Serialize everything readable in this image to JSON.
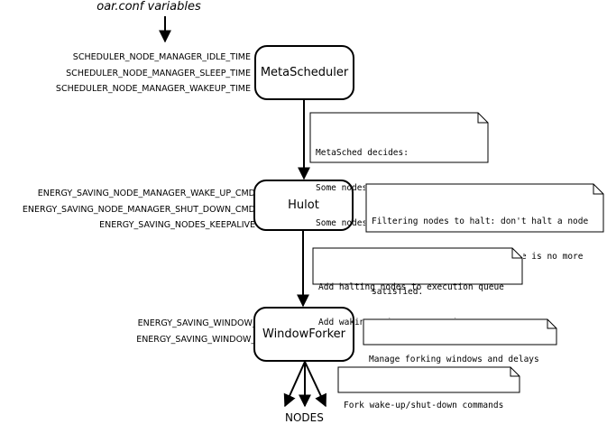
{
  "title": "oar.conf variables",
  "scheduler_params": [
    "SCHEDULER_NODE_MANAGER_IDLE_TIME",
    "SCHEDULER_NODE_MANAGER_SLEEP_TIME",
    "SCHEDULER_NODE_MANAGER_WAKEUP_TIME"
  ],
  "hulot_params": [
    "ENERGY_SAVING_NODE_MANAGER_WAKE_UP_CMD",
    "ENERGY_SAVING_NODE_MANAGER_SHUT_DOWN_CMD",
    "ENERGY_SAVING_NODES_KEEPALIVE"
  ],
  "windowforker_params": [
    "ENERGY_SAVING_WINDOW_SIZE",
    "ENERGY_SAVING_WINDOW_TIME"
  ],
  "nodes": {
    "metascheduler": "MetaScheduler",
    "hulot": "Hulot",
    "windowforker": "WindowForker",
    "final": "NODES"
  },
  "notes": {
    "metasched": [
      "MetaSched decides:",
      "Some nodes may be halted",
      "Some nodes need to be woken-up"
    ],
    "hulot": [
      "Filtering nodes to halt: don't halt a node",
      "if the corresponding keepalive is no more",
      "satisfied."
    ],
    "queue": [
      "Add halting nodes to execution queue",
      "Add waking nodes to execution queue"
    ],
    "windows": [
      "Manage forking windows and delays"
    ],
    "fork": [
      "Fork wake-up/shut-down commands"
    ]
  }
}
